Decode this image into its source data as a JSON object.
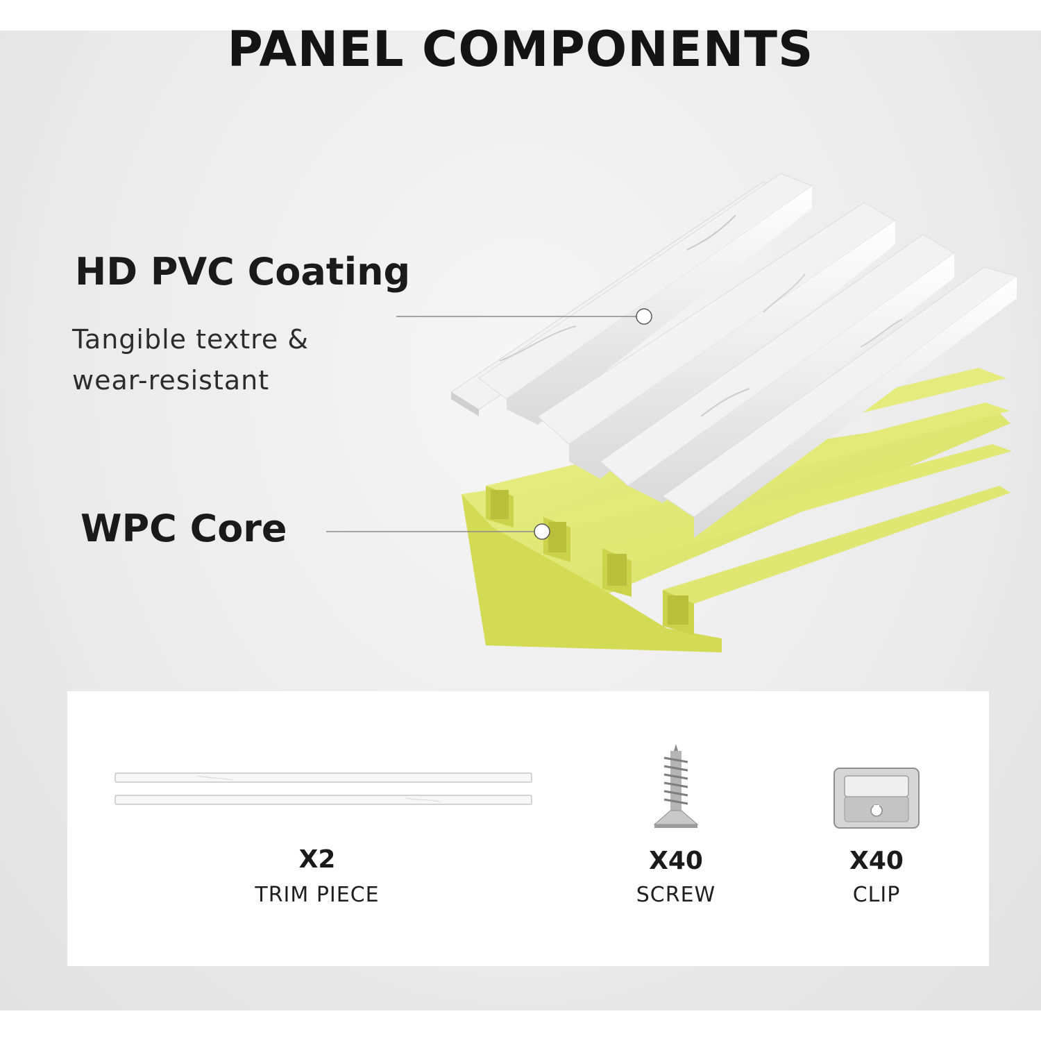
{
  "title": "PANEL COMPONENTS",
  "layers": {
    "coating": {
      "name": "HD PVC Coating",
      "description_lines": [
        "Tangible textre &",
        "wear-resistant"
      ]
    },
    "core": {
      "name": "WPC Core"
    }
  },
  "colors": {
    "core": "#dfe771",
    "coating": "#f4f4f4",
    "title": "#141414"
  },
  "accessories": [
    {
      "count": "X2",
      "name": "TRIM PIECE",
      "icon": "trim-piece-icon"
    },
    {
      "count": "X40",
      "name": "SCREW",
      "icon": "screw-icon"
    },
    {
      "count": "X40",
      "name": "CLIP",
      "icon": "clip-icon"
    }
  ]
}
